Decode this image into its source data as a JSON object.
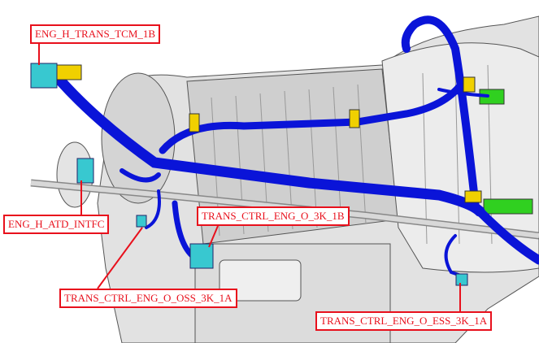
{
  "diagram": {
    "callouts": [
      {
        "id": "tcm",
        "label": "ENG_H_TRANS_TCM_1B"
      },
      {
        "id": "atd",
        "label": "ENG_H_ATD_INTFC"
      },
      {
        "id": "o3k",
        "label": "TRANS_CTRL_ENG_O_3K_1B"
      },
      {
        "id": "oss",
        "label": "TRANS_CTRL_ENG_O_OSS_3K_1A"
      },
      {
        "id": "ess",
        "label": "TRANS_CTRL_ENG_O_ESS_3K_1A"
      }
    ],
    "colors": {
      "harness": "#0a14d8",
      "connector": "#38c8d0",
      "clip": "#f0d000",
      "bracket": "#30d020",
      "callout": "#e8101c",
      "body": "#d8d8d8"
    }
  }
}
